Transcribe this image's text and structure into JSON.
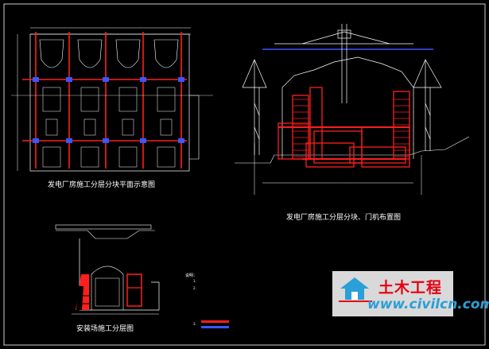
{
  "drawing": {
    "plan_title": "发电厂房施工分层分块平面示意图",
    "crane_title": "发电厂房施工分层分块、门机布置图",
    "install_title": "安装场施工分层图",
    "dimension_placeholder": "—",
    "colors": {
      "background": "#000000",
      "structure": "#ffffff",
      "outline_blue": "#3a56ff",
      "block_red": "#ff1e1e",
      "frame_white": "#ffffff"
    }
  },
  "notes": {
    "header": "说明：",
    "lines": [
      "1.",
      "2.",
      "",
      "",
      "3."
    ],
    "legend": ""
  },
  "watermark": {
    "brand": "土木工程",
    "url": "www.civilcn.com",
    "logo_icon": "house-logo-icon"
  }
}
